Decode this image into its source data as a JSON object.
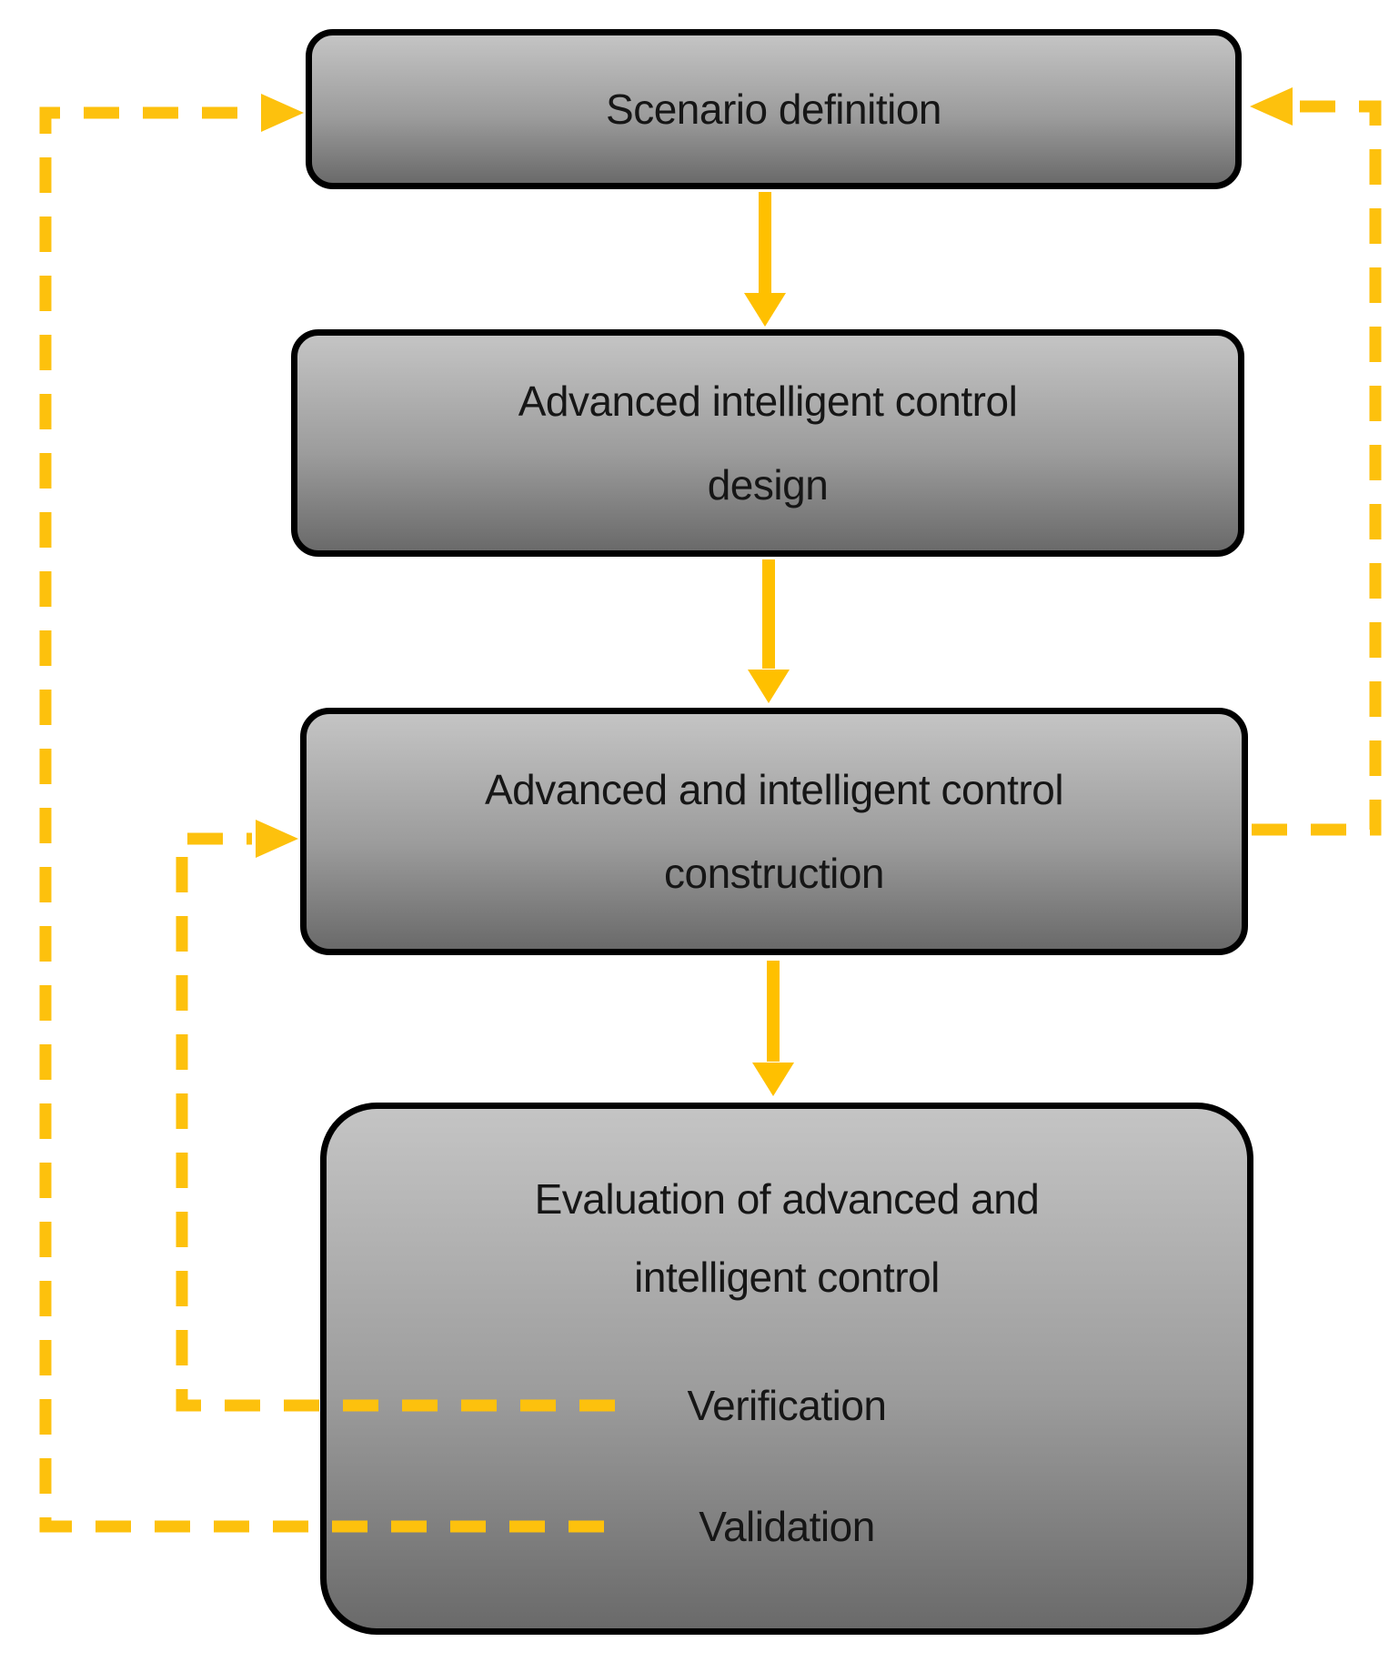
{
  "diagram": {
    "type": "flowchart",
    "nodes": {
      "scenario": {
        "label": "Scenario definition"
      },
      "design": {
        "line1": "Advanced intelligent control",
        "line2": "design"
      },
      "construction": {
        "line1": "Advanced and intelligent control",
        "line2": "construction"
      },
      "evaluation": {
        "line1": "Evaluation of advanced and",
        "line2": "intelligent control",
        "verification_label": "Verification",
        "validation_label": "Validation"
      }
    },
    "edges": [
      {
        "from": "scenario",
        "to": "design",
        "style": "solid-arrow",
        "direction": "down"
      },
      {
        "from": "design",
        "to": "construction",
        "style": "solid-arrow",
        "direction": "down"
      },
      {
        "from": "construction",
        "to": "evaluation",
        "style": "solid-arrow",
        "direction": "down"
      },
      {
        "from": "construction",
        "to": "scenario",
        "style": "dashed-arrow",
        "route": "right-side-loop"
      },
      {
        "from": "evaluation.verification",
        "to": "construction",
        "style": "dashed-arrow",
        "route": "left-inner-loop"
      },
      {
        "from": "evaluation.validation",
        "to": "scenario",
        "style": "dashed-arrow",
        "route": "left-outer-loop"
      }
    ],
    "colors": {
      "solid_arrow": "#FFC000",
      "dashed_arrow": "#FDC10D",
      "box_border": "#000000",
      "box_gradient_top": "#c4c4c4",
      "box_gradient_bottom": "#6a6a6a",
      "text": "#161616",
      "background": "#ffffff"
    }
  }
}
